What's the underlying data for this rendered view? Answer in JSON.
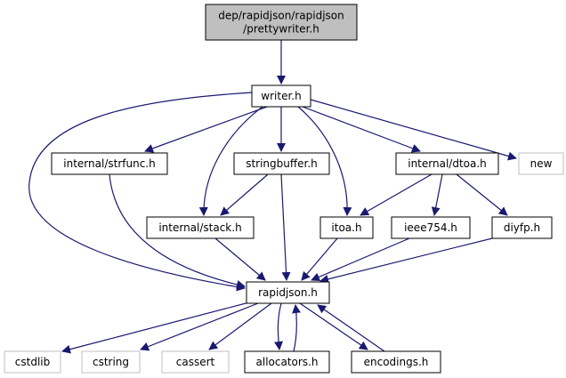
{
  "graph": {
    "title": "Include dependency graph",
    "colors": {
      "edge": "#191970",
      "node_border": "#000000",
      "root_fill": "#bfbfbf",
      "root_border": "#000000",
      "external_border": "#bfbfbf",
      "external_text": "#000000"
    },
    "nodes": [
      {
        "id": "prettywriter",
        "label_lines": [
          "dep/rapidjson/rapidjson",
          "/prettywriter.h"
        ],
        "kind": "root"
      },
      {
        "id": "writer",
        "label_lines": [
          "writer.h"
        ],
        "kind": "file"
      },
      {
        "id": "strfunc",
        "label_lines": [
          "internal/strfunc.h"
        ],
        "kind": "file"
      },
      {
        "id": "stringbuffer",
        "label_lines": [
          "stringbuffer.h"
        ],
        "kind": "file"
      },
      {
        "id": "dtoa",
        "label_lines": [
          "internal/dtoa.h"
        ],
        "kind": "file"
      },
      {
        "id": "new",
        "label_lines": [
          "new"
        ],
        "kind": "external"
      },
      {
        "id": "stack",
        "label_lines": [
          "internal/stack.h"
        ],
        "kind": "file"
      },
      {
        "id": "itoa",
        "label_lines": [
          "itoa.h"
        ],
        "kind": "file"
      },
      {
        "id": "ieee754",
        "label_lines": [
          "ieee754.h"
        ],
        "kind": "file"
      },
      {
        "id": "diyfp",
        "label_lines": [
          "diyfp.h"
        ],
        "kind": "file"
      },
      {
        "id": "rapidjson",
        "label_lines": [
          "rapidjson.h"
        ],
        "kind": "file"
      },
      {
        "id": "cstdlib",
        "label_lines": [
          "cstdlib"
        ],
        "kind": "external"
      },
      {
        "id": "cstring",
        "label_lines": [
          "cstring"
        ],
        "kind": "external"
      },
      {
        "id": "cassert",
        "label_lines": [
          "cassert"
        ],
        "kind": "external"
      },
      {
        "id": "allocators",
        "label_lines": [
          "allocators.h"
        ],
        "kind": "file"
      },
      {
        "id": "encodings",
        "label_lines": [
          "encodings.h"
        ],
        "kind": "file"
      }
    ],
    "edges": [
      {
        "from": "prettywriter",
        "to": "writer"
      },
      {
        "from": "writer",
        "to": "rapidjson"
      },
      {
        "from": "writer",
        "to": "strfunc"
      },
      {
        "from": "writer",
        "to": "stack"
      },
      {
        "from": "writer",
        "to": "stringbuffer"
      },
      {
        "from": "writer",
        "to": "itoa"
      },
      {
        "from": "writer",
        "to": "dtoa"
      },
      {
        "from": "writer",
        "to": "new"
      },
      {
        "from": "strfunc",
        "to": "rapidjson"
      },
      {
        "from": "stringbuffer",
        "to": "stack"
      },
      {
        "from": "stringbuffer",
        "to": "rapidjson"
      },
      {
        "from": "dtoa",
        "to": "itoa"
      },
      {
        "from": "dtoa",
        "to": "ieee754"
      },
      {
        "from": "dtoa",
        "to": "diyfp"
      },
      {
        "from": "stack",
        "to": "rapidjson"
      },
      {
        "from": "itoa",
        "to": "rapidjson"
      },
      {
        "from": "ieee754",
        "to": "rapidjson"
      },
      {
        "from": "diyfp",
        "to": "rapidjson"
      },
      {
        "from": "rapidjson",
        "to": "cstdlib"
      },
      {
        "from": "rapidjson",
        "to": "cstring"
      },
      {
        "from": "rapidjson",
        "to": "cassert"
      },
      {
        "from": "rapidjson",
        "to": "allocators"
      },
      {
        "from": "allocators",
        "to": "rapidjson"
      },
      {
        "from": "rapidjson",
        "to": "encodings"
      },
      {
        "from": "encodings",
        "to": "rapidjson"
      }
    ]
  }
}
